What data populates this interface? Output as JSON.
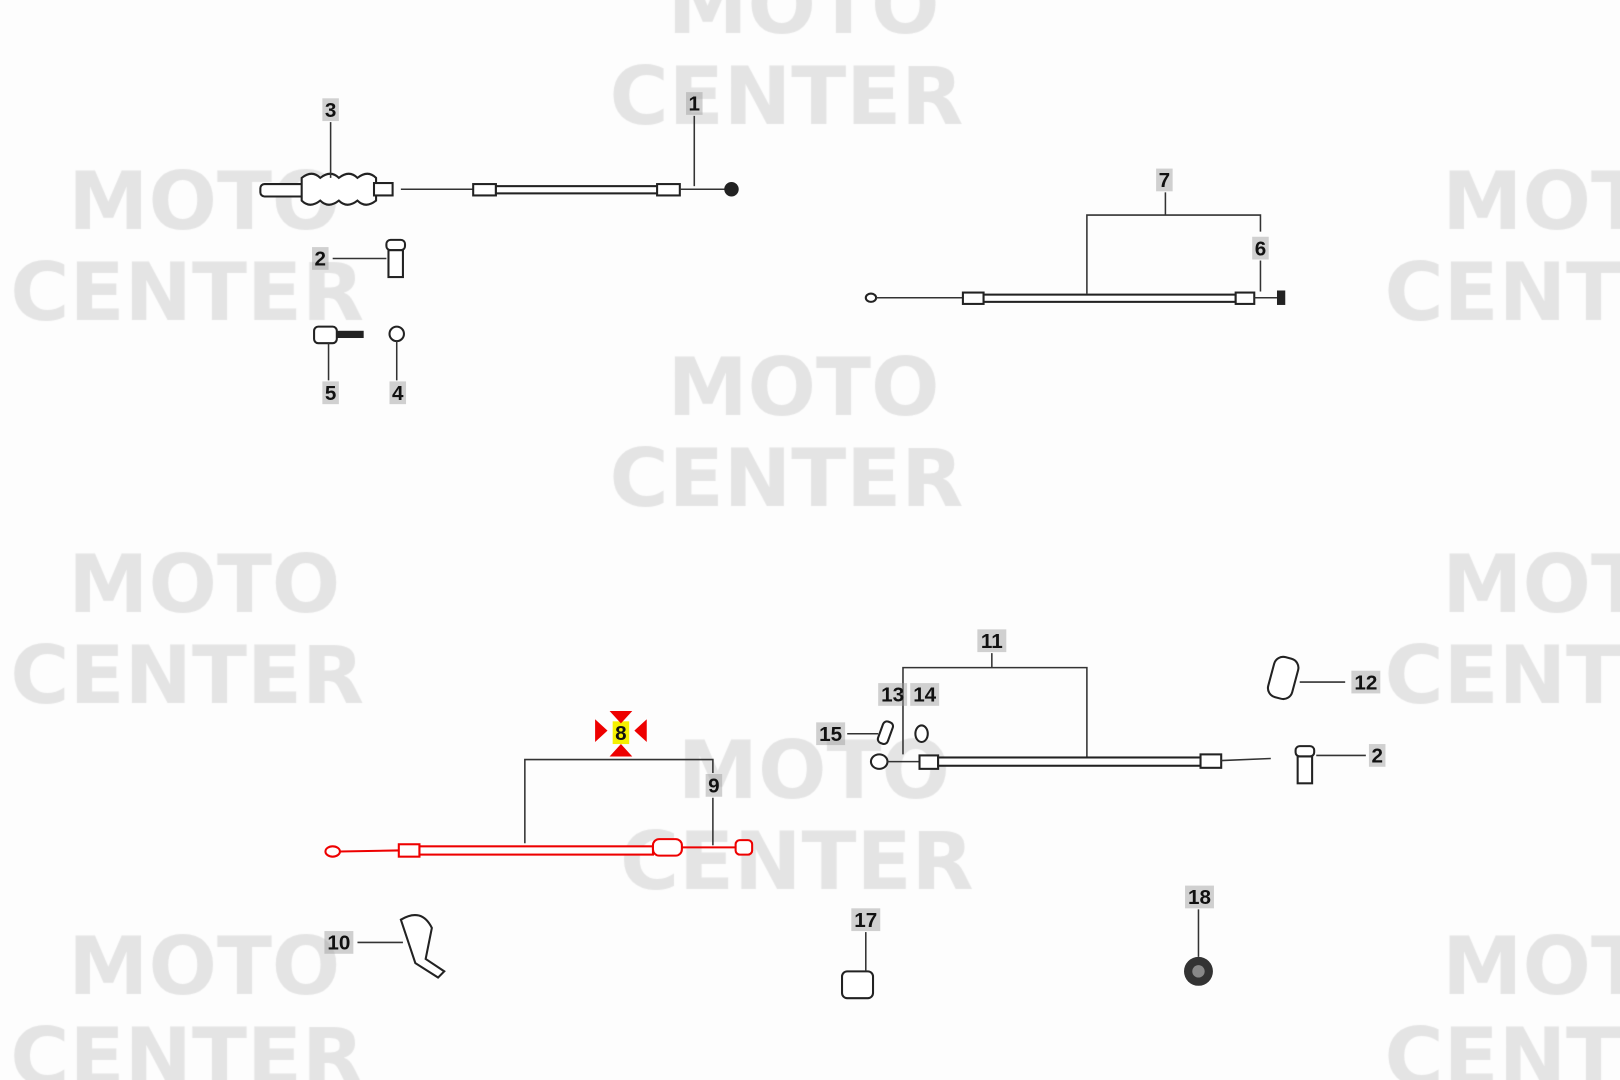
{
  "watermark": {
    "line1": "MOTO",
    "line2": "CENTER"
  },
  "callouts": [
    {
      "id": "3",
      "text": "3"
    },
    {
      "id": "1",
      "text": "1"
    },
    {
      "id": "2a",
      "text": "2"
    },
    {
      "id": "5",
      "text": "5"
    },
    {
      "id": "4",
      "text": "4"
    },
    {
      "id": "7",
      "text": "7"
    },
    {
      "id": "6",
      "text": "6"
    },
    {
      "id": "11",
      "text": "11"
    },
    {
      "id": "12",
      "text": "12"
    },
    {
      "id": "13",
      "text": "13"
    },
    {
      "id": "14",
      "text": "14"
    },
    {
      "id": "15",
      "text": "15"
    },
    {
      "id": "2b",
      "text": "2"
    },
    {
      "id": "8",
      "text": "8",
      "highlighted": true
    },
    {
      "id": "9",
      "text": "9"
    },
    {
      "id": "10",
      "text": "10"
    },
    {
      "id": "17",
      "text": "17"
    },
    {
      "id": "18",
      "text": "18"
    }
  ],
  "colors": {
    "highlight": "#e00000",
    "selected_label_bg": "#f5f000",
    "label_bg": "#9a9a9a"
  }
}
